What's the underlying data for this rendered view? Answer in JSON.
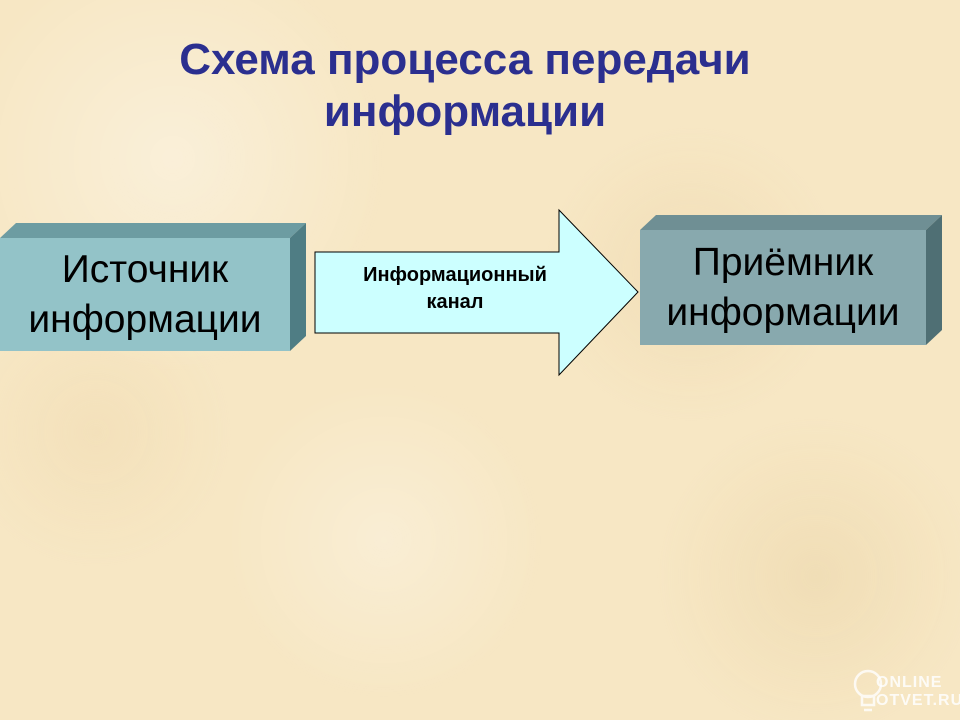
{
  "slide": {
    "title_line1": "Схема процесса передачи",
    "title_line2": "информации"
  },
  "diagram": {
    "source": {
      "line1": "Источник",
      "line2": "информации"
    },
    "channel": {
      "line1": "Информационный",
      "line2": "канал"
    },
    "receiver": {
      "line1": "Приёмник",
      "line2": "информации"
    }
  },
  "watermark": {
    "line1": "ONLINE",
    "line2": "OTVET.RU"
  },
  "colors": {
    "background": "#f7e7c4",
    "title": "#2b2f8f",
    "source_box": "#8fbfc4",
    "receiver_box": "#86a8ad",
    "channel_arrow": "#ccffff"
  }
}
